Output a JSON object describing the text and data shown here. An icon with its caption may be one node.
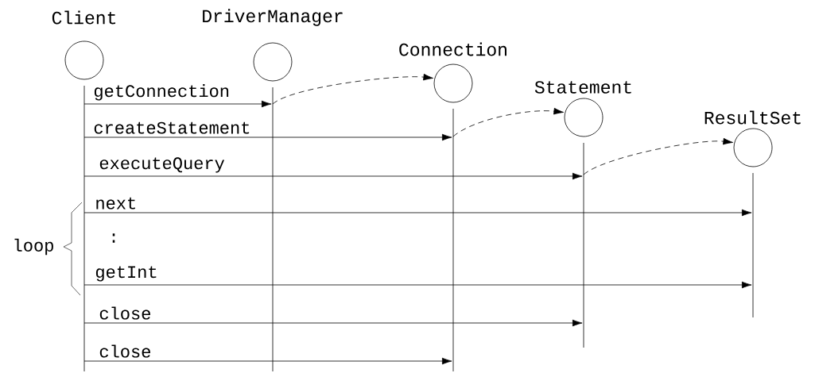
{
  "diagram": {
    "nodes": [
      {
        "text": [
          "Client"
        ]
      },
      {
        "text": [
          "DriverManager"
        ]
      },
      {
        "text": [
          "Connection"
        ]
      },
      {
        "text": [
          "Statement"
        ]
      },
      {
        "text": [
          "ResultSet"
        ]
      },
      {
        "text": [],
        "shape": "line"
      },
      {
        "text": [],
        "shape": "line"
      },
      {
        "text": [],
        "shape": "line"
      },
      {
        "text": [],
        "shape": "line"
      },
      {
        "text": [],
        "shape": "line"
      }
    ],
    "edges": [
      {
        "from": 5,
        "to": 6,
        "arrow": "to",
        "label": "getConnection"
      },
      {
        "from": 6,
        "to": 2,
        "arrow": "to",
        "style": "dashed"
      },
      {
        "from": 5,
        "to": 7,
        "arrow": "to",
        "label": "createStatement"
      },
      {
        "from": 7,
        "to": 3,
        "arrow": "to",
        "style": "dashed"
      },
      {
        "from": 5,
        "to": 8,
        "arrow": "to",
        "label": "executeQuery"
      },
      {
        "from": 8,
        "to": 4,
        "arrow": "to",
        "style": "dashed"
      },
      {
        "from": 5,
        "to": 9,
        "arrow": "to",
        "label": "next"
      },
      {
        "from": 5,
        "to": 9,
        "arrow": "to",
        "label": "getInt"
      },
      {
        "from": 5,
        "to": 8,
        "arrow": "to",
        "label": "close"
      },
      {
        "from": 5,
        "to": 7,
        "arrow": "to",
        "label": "close"
      }
    ],
    "labels": [
      "loop",
      ":"
    ]
  }
}
